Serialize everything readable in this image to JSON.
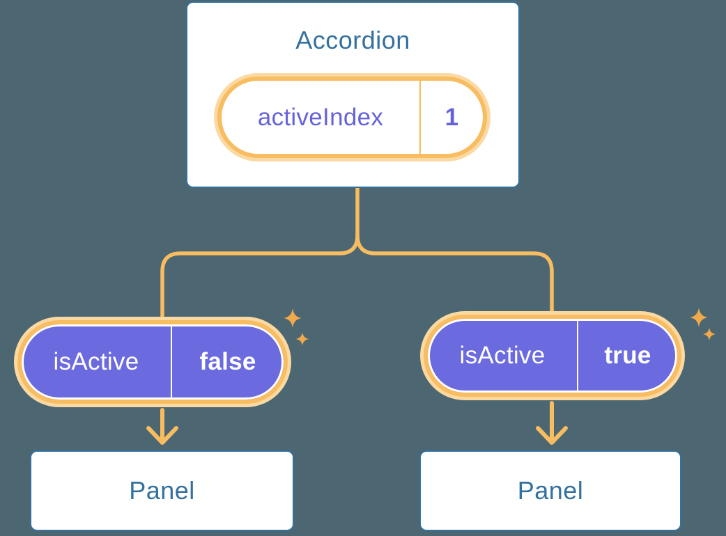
{
  "colors": {
    "background": "#4C6772",
    "card_background": "#FFFFFF",
    "card_border": "#35719E",
    "heading_text": "#35719E",
    "connector_orange": "#F8BC61",
    "pill_ring": "#F8BC61",
    "pill_halo": "#FBD9A2",
    "pill_fill_purple": "#6B6ADE",
    "state_text_purple": "#6663D8",
    "prop_text": "#FFFFFF",
    "sparkle_orange": "#F1A94C"
  },
  "icons": {
    "sparkle": "four-point-star"
  },
  "diagram": {
    "root": {
      "title": "Accordion",
      "state": {
        "name": "activeIndex",
        "value": "1"
      }
    },
    "children": [
      {
        "prop": {
          "name": "isActive",
          "value": "false"
        },
        "panel": {
          "title": "Panel"
        }
      },
      {
        "prop": {
          "name": "isActive",
          "value": "true"
        },
        "panel": {
          "title": "Panel"
        }
      }
    ]
  }
}
